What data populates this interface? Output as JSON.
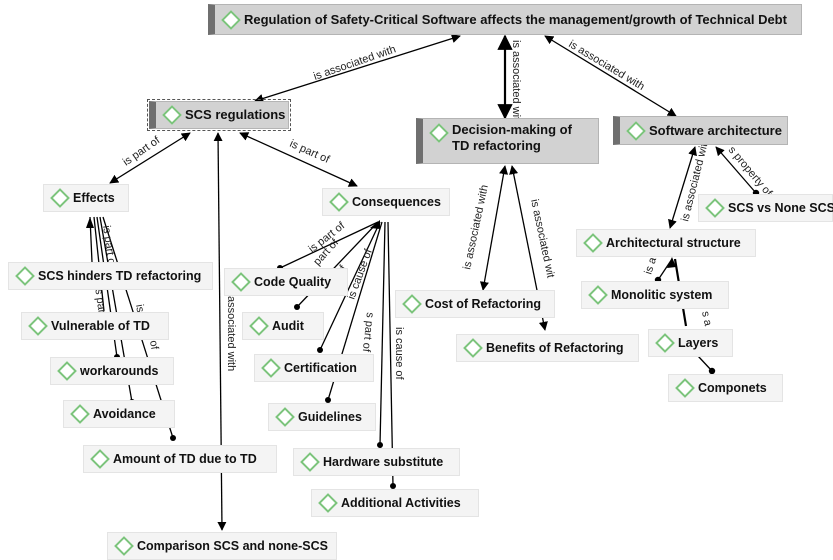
{
  "colors": {
    "node_major_bg": "#d2d2d2",
    "node_bg": "#f4f4f4",
    "concept_marker": "#7cc47c",
    "edge": "#000000"
  },
  "nodes": {
    "root": "Regulation of Safety-Critical Software affects the management/growth of Technical Debt",
    "scs_regulations": "SCS regulations",
    "decision_making": "Decision-making of TD refactoring",
    "software_architecture": "Software architecture",
    "effects": "Effects",
    "consequences": "Consequences",
    "scs_hinders": "SCS hinders TD refactoring",
    "vulnerable": "Vulnerable of TD",
    "workarounds": "workarounds",
    "avoidance": "Avoidance",
    "amount_td": "Amount of TD due to TD",
    "comparison": "Comparison SCS and none-SCS",
    "code_quality": "Code Quality",
    "audit": "Audit",
    "certification": "Certification",
    "guidelines": "Guidelines",
    "hardware": "Hardware substitute",
    "additional": "Additional Activities",
    "cost_refactoring": "Cost of Refactoring",
    "benefits_refactoring": "Benefits of Refactoring",
    "scs_vs_none": "SCS vs None SCS",
    "arch_structure": "Architectural structure",
    "monolitic": "Monolitic system",
    "layers": "Layers",
    "componets": "Componets"
  },
  "links": {
    "is_associated_with": "is associated with",
    "is_part_of": "is part of",
    "part_of": "part of",
    "is_cause_of": "is cause of",
    "cause_of": "cause of",
    "s_part_of": "s part of",
    "is_part": "is part",
    "is_a": "is a",
    "s_a": "s a",
    "is_associated": "is associated",
    "associated_with": "associated with",
    "property_of": "s property of",
    "is_associated_wit": "is associated wit",
    "of": "of"
  }
}
